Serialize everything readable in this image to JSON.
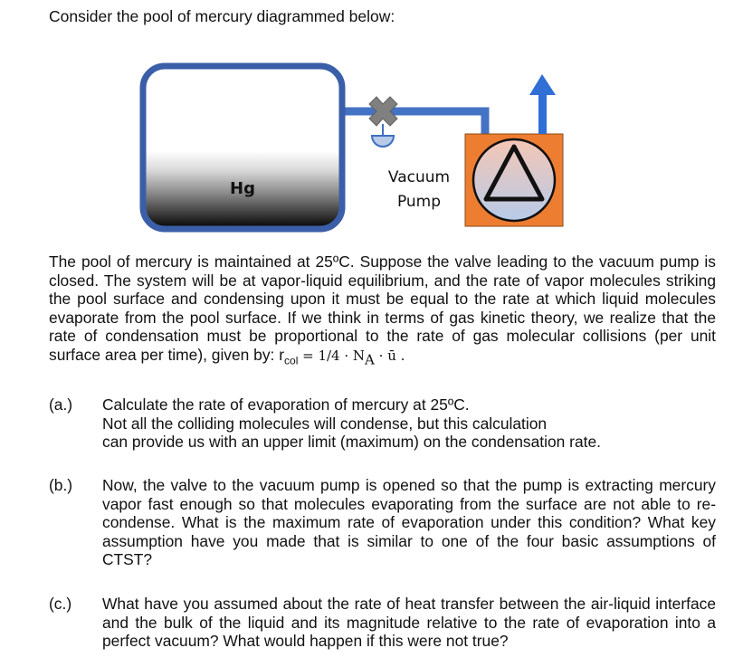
{
  "intro": "Consider the pool of mercury diagrammed below:",
  "diagram": {
    "tank_label": "Hg",
    "pump_label_line1": "Vacuum",
    "pump_label_line2": "Pump"
  },
  "paragraph": {
    "text": "The pool of mercury is maintained at 25ºC.  Suppose the valve leading to the vacuum pump is closed.  The system will be at vapor-liquid equilibrium, and the rate of vapor molecules striking the pool surface and condensing upon it must be equal to the rate at which liquid molecules evaporate from the pool surface.  If we think in terms of gas kinetic theory, we realize that the rate of condensation must be proportional to the rate of gas molecular collisions (per unit surface area per time), given by: ",
    "formula_r": "r",
    "formula_sub": "col",
    "formula_rhs": " = 1/4 · N",
    "formula_na_sub": "A",
    "formula_tail": " · ū ."
  },
  "questions": [
    {
      "label": "(a.)",
      "lines": [
        "Calculate the rate of evaporation of mercury at 25ºC.",
        "Not all the colliding molecules will condense, but this calculation",
        "can provide us with an upper limit (maximum) on the condensation rate."
      ]
    },
    {
      "label": "(b.)",
      "text": "Now, the valve to the vacuum pump is opened so that the pump is extracting mercury vapor fast enough so that molecules evaporating from the surface are not able to re-condense.  What is the maximum rate of evaporation under this condition? What key assumption have you made that is similar to one of the four basic assumptions of CTST?"
    },
    {
      "label": "(c.)",
      "text": "What have you assumed about the rate of heat transfer between the air-liquid interface and the bulk of the liquid and its magnitude relative to the rate of evaporation into a perfect vacuum?  What would happen if this were not true?"
    }
  ],
  "colors": {
    "tank_border": "#3a5fa8",
    "pipe": "#4472c4",
    "valve": "#7f7f7f",
    "pump_body": "#ed7d31",
    "arrow": "#2f6fd6"
  }
}
